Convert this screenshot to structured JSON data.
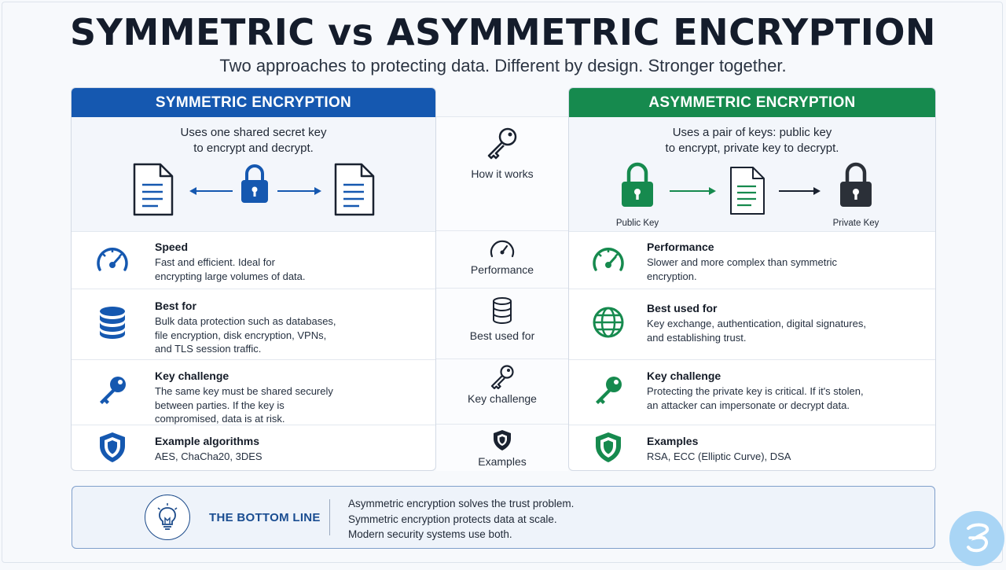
{
  "title": "SYMMETRIC vs ASYMMETRIC ENCRYPTION",
  "subtitle": "Two approaches to protecting data. Different by design. Stronger together.",
  "symmetric": {
    "header": "SYMMETRIC ENCRYPTION",
    "description": [
      "Uses one shared secret key",
      "to encrypt and decrypt."
    ],
    "rows": [
      {
        "title": "Speed",
        "text": [
          "Fast and efficient. Ideal for",
          "encrypting large volumes of data."
        ]
      },
      {
        "title": "Best for",
        "text": [
          "Bulk data protection such as databases,",
          "file encryption, disk encryption, VPNs,",
          "and TLS session traffic."
        ]
      },
      {
        "title": "Key challenge",
        "text": [
          "The same key must be shared securely",
          "between parties. If the key is",
          "compromised, data is at risk."
        ]
      },
      {
        "title": "Example algorithms",
        "text": [
          "AES, ChaCha20, 3DES"
        ]
      }
    ]
  },
  "asymmetric": {
    "header": "ASYMMETRIC ENCRYPTION",
    "description": [
      "Uses a pair of keys: public key",
      "to encrypt, private key to decrypt."
    ],
    "public_key_label": "Public Key",
    "private_key_label": "Private Key",
    "rows": [
      {
        "title": "Performance",
        "text": [
          "Slower and more complex than symmetric",
          "encryption."
        ]
      },
      {
        "title": "Best used for",
        "text": [
          "Key exchange, authentication, digital signatures,",
          "and establishing trust."
        ]
      },
      {
        "title": "Key challenge",
        "text": [
          "Protecting the private key is critical. If it's stolen,",
          "an attacker can impersonate or decrypt data."
        ]
      },
      {
        "title": "Examples",
        "text": [
          "RSA, ECC (Elliptic Curve), DSA"
        ]
      }
    ]
  },
  "middle": {
    "labels": [
      "How it works",
      "Performance",
      "Best used for",
      "Key challenge",
      "Examples"
    ]
  },
  "bottom_line": {
    "title": "THE BOTTOM LINE",
    "lines": [
      "Asymmetric encryption solves the trust problem.",
      "Symmetric encryption protects data at scale.",
      "Modern security systems use both."
    ]
  },
  "colors": {
    "symmetric_accent": "#1558b0",
    "asymmetric_accent": "#168a4e",
    "title_text": "#141c2b"
  },
  "icons": [
    "document-icon",
    "lock-icon",
    "key-icon",
    "speedometer-icon",
    "database-icon",
    "shield-icon",
    "globe-icon",
    "lightbulb-icon",
    "logo-icon"
  ]
}
